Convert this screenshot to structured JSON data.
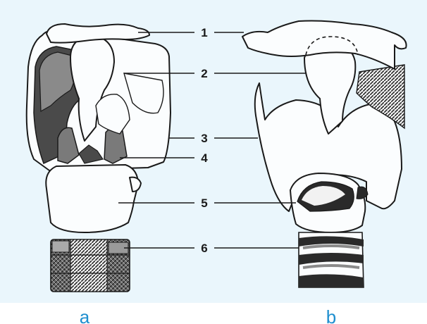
{
  "figure": {
    "background_color": "#ffffff",
    "panel_color": "#eaf6fc",
    "cartilage_fill": "#fbfdfe",
    "shading_dark": "#4a4a4a",
    "shading_mid": "#7a7a7a",
    "letter_color": "#1f8fcf"
  },
  "callouts": [
    "1",
    "2",
    "3",
    "4",
    "5",
    "6"
  ],
  "panels": [
    "a",
    "b"
  ]
}
